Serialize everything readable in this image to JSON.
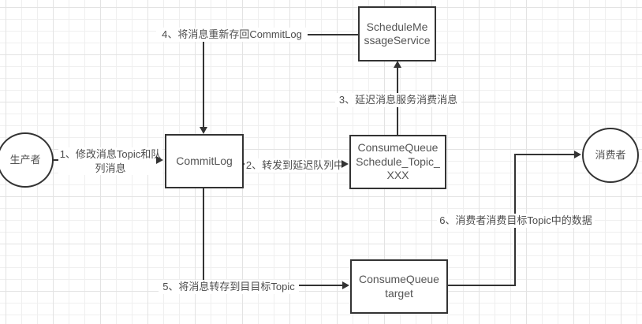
{
  "diagram": {
    "nodes": {
      "producer": {
        "label": "生产者"
      },
      "commitlog": {
        "label": "CommitLog"
      },
      "schedule_message_service": {
        "lines": [
          "ScheduleMe",
          "ssageService"
        ]
      },
      "consume_queue_schedule": {
        "lines": [
          "ConsumeQueue",
          "Schedule_Topic_",
          "XXX"
        ]
      },
      "consume_queue_target": {
        "lines": [
          "ConsumeQueue",
          "target"
        ]
      },
      "consumer": {
        "label": "消费者"
      }
    },
    "steps": {
      "step1": "1、修改消息Topic和队列消息",
      "step2": "2、转发到延迟队列中",
      "step3": "3、延迟消息服务消费消息",
      "step4": "4、将消息重新存回CommitLog",
      "step5": "5、将消息转存到目目标Topic",
      "step6": "6、消费者消费目标Topic中的数据"
    },
    "colors": {
      "line": "#333333",
      "label_text": "#4d4d4d",
      "node_text": "#555555",
      "grid_minor": "#efefef",
      "grid_major": "#e3e3e3"
    }
  }
}
